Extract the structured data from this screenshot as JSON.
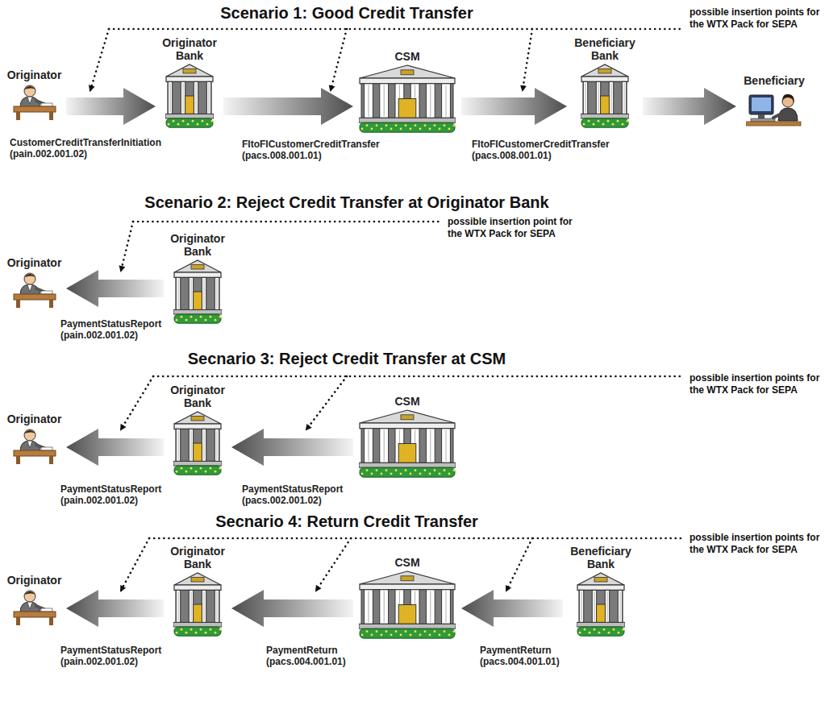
{
  "diagram": {
    "nodes": [
      {
        "text": [
          "Originator"
        ]
      },
      {
        "text": [
          "Originator Bank"
        ]
      },
      {
        "text": [
          "CSM"
        ]
      },
      {
        "text": [
          "Beneficiary Bank"
        ]
      },
      {
        "text": [
          "Beneficiary"
        ]
      },
      {
        "text": [
          "Originator"
        ]
      },
      {
        "text": [
          "Originator Bank"
        ]
      },
      {
        "text": [
          "Originator"
        ]
      },
      {
        "text": [
          "Originator Bank"
        ]
      },
      {
        "text": [
          "CSM"
        ]
      },
      {
        "text": [
          "Originator"
        ]
      },
      {
        "text": [
          "Originator Bank"
        ]
      },
      {
        "text": [
          "CSM"
        ]
      },
      {
        "text": [
          "Beneficiary Bank"
        ]
      }
    ],
    "edges": [
      {
        "from": 0,
        "to": 1,
        "arrow": "to",
        "label": "CustomerCreditTransferInitiation (pain.002.001.02)"
      },
      {
        "from": 1,
        "to": 2,
        "arrow": "to",
        "label": "FItoFICustomerCreditTransfer (pacs.008.001.01)"
      },
      {
        "from": 2,
        "to": 3,
        "arrow": "to",
        "label": "FItoFICustomerCreditTransfer (pacs.008.001.01)"
      },
      {
        "from": 3,
        "to": 4,
        "arrow": "to"
      },
      {
        "from": 6,
        "to": 5,
        "arrow": "to",
        "label": "PaymentStatusReport (pain.002.001.02)"
      },
      {
        "from": 8,
        "to": 7,
        "arrow": "to",
        "label": "PaymentStatusReport (pain.002.001.02)"
      },
      {
        "from": 9,
        "to": 8,
        "arrow": "to",
        "label": "PaymentStatusReport (pacs.002.001.02)"
      },
      {
        "from": 11,
        "to": 10,
        "arrow": "to",
        "label": "PaymentStatusReport (pain.002.001.02)"
      },
      {
        "from": 12,
        "to": 11,
        "arrow": "to",
        "label": "PaymentReturn (pacs.004.001.01)"
      },
      {
        "from": 13,
        "to": 12,
        "arrow": "to",
        "label": "PaymentReturn (pacs.004.001.01)"
      }
    ],
    "labels": [
      "Scenario 1: Good Credit Transfer",
      "possible insertion points for the WTX Pack for SEPA",
      "Scenario 2: Reject Credit Transfer at Originator Bank",
      "possible insertion point for the WTX Pack for SEPA",
      "Secnario 3: Reject Credit Transfer at CSM",
      "possible insertion points for the WTX Pack for SEPA",
      "Secnario 4: Return Credit Transfer",
      "possible insertion points for the WTX Pack for SEPA"
    ]
  }
}
